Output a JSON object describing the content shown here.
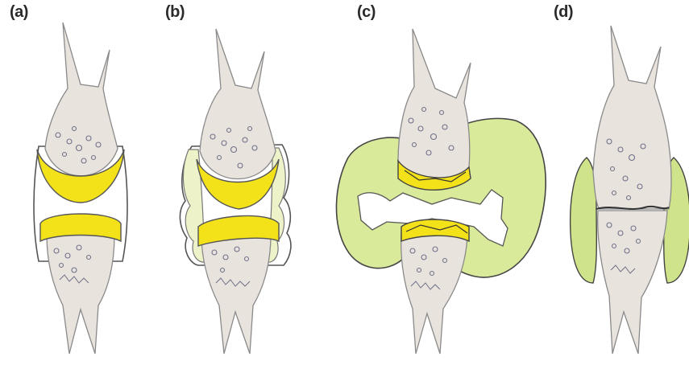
{
  "panels": [
    {
      "label": "(a)"
    },
    {
      "label": "(b)"
    },
    {
      "label": "(c)"
    },
    {
      "label": "(d)"
    }
  ],
  "colors": {
    "bone": "#e9e3de",
    "bone_outline": "#8a8a8a",
    "cartilage": "#f3e21a",
    "synovium": "#d9ea9a",
    "synovium_dark": "#b8d66a",
    "ink": "#3a3a3a",
    "speckle": "#6f7088"
  }
}
